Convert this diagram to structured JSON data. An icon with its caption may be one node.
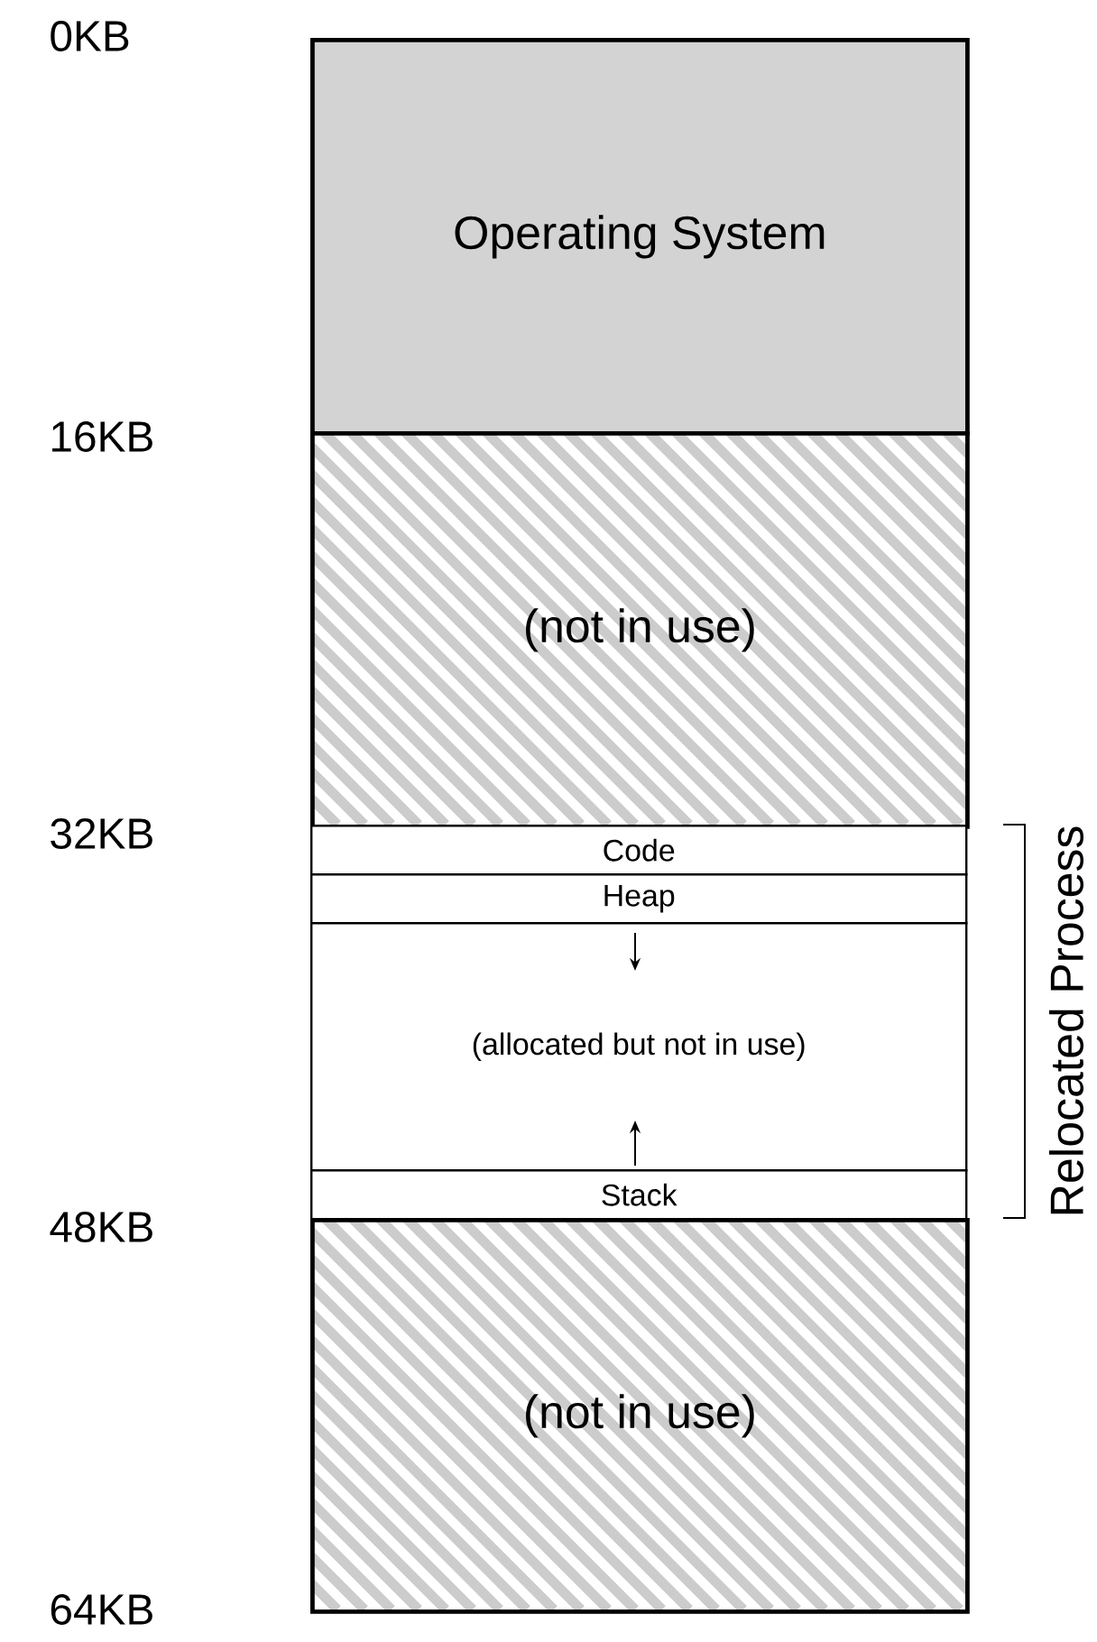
{
  "diagram": {
    "nodes": [
      {
        "text": [
          "Operating System"
        ]
      },
      {
        "text": [
          "(not in use)"
        ]
      },
      {
        "text": [
          "Code"
        ]
      },
      {
        "text": [
          "Heap"
        ]
      },
      {
        "text": [
          "(allocated but not in use)"
        ]
      },
      {
        "text": [
          "Stack"
        ]
      },
      {
        "text": [
          "(not in use)"
        ]
      }
    ],
    "labels": [
      "0KB",
      "16KB",
      "32KB",
      "48KB",
      "64KB",
      "Relocated Process"
    ]
  }
}
